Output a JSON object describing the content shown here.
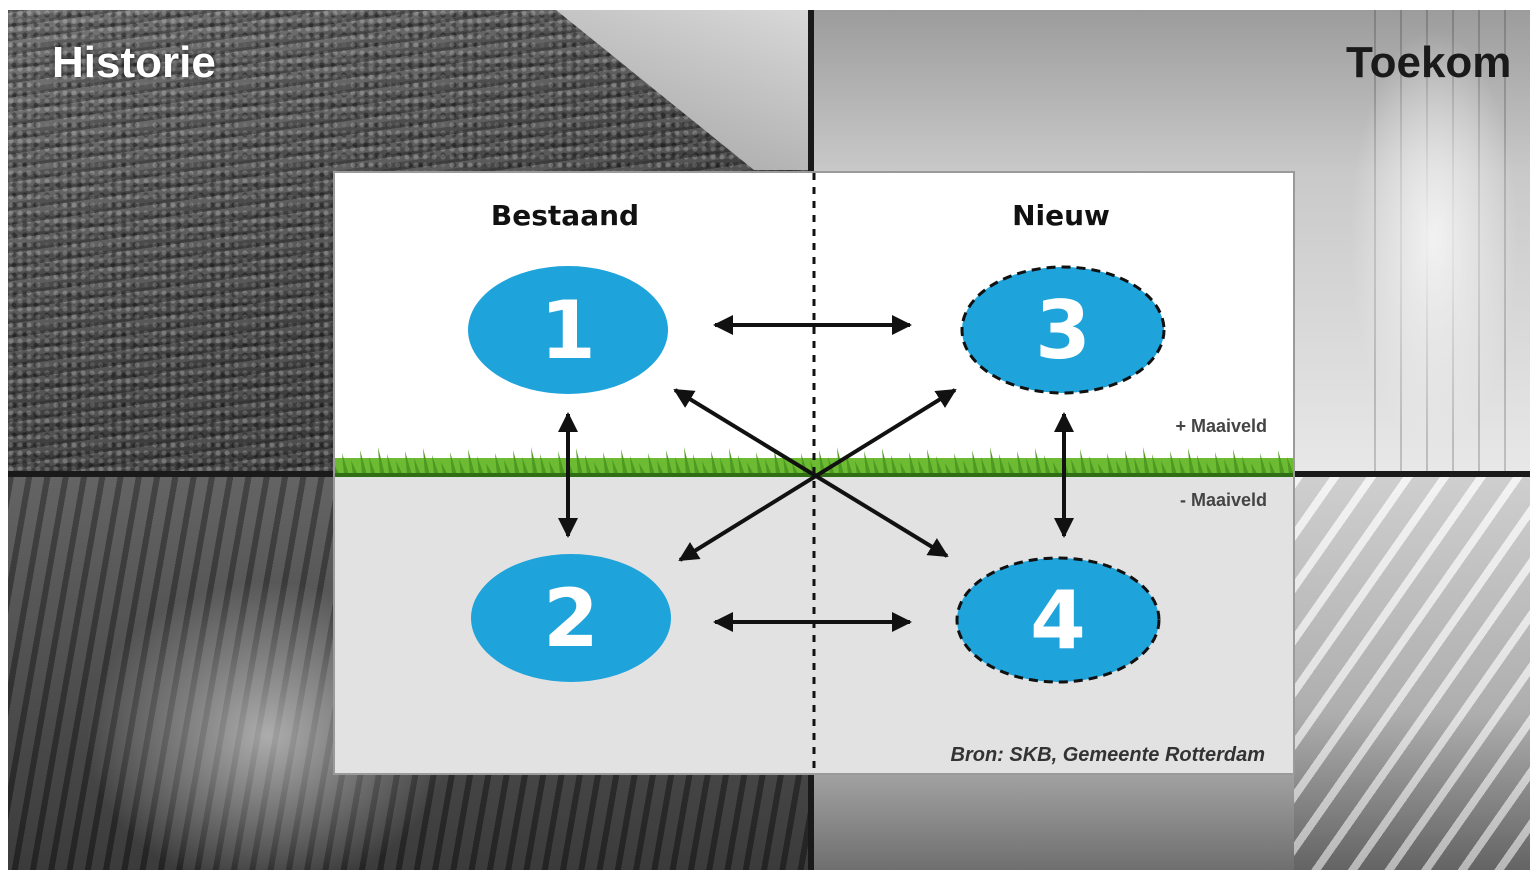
{
  "headings": {
    "left": "Historie",
    "right": "Toekom"
  },
  "diagram": {
    "columns": {
      "existing": "Bestaand",
      "new": "Nieuw"
    },
    "nodes": [
      {
        "label": "1",
        "style": "solid"
      },
      {
        "label": "2",
        "style": "solid"
      },
      {
        "label": "3",
        "style": "dashed"
      },
      {
        "label": "4",
        "style": "dashed"
      }
    ],
    "levels": {
      "above": "+ Maaiveld",
      "below": "- Maaiveld"
    },
    "source": "Bron: SKB, Gemeente Rotterdam"
  },
  "colors": {
    "node": "#1fa3db",
    "grass": "#5fae2b",
    "ground": "#e2e2e2",
    "arrow": "#111111"
  },
  "icons": [
    "grass-strip",
    "double-arrow"
  ]
}
